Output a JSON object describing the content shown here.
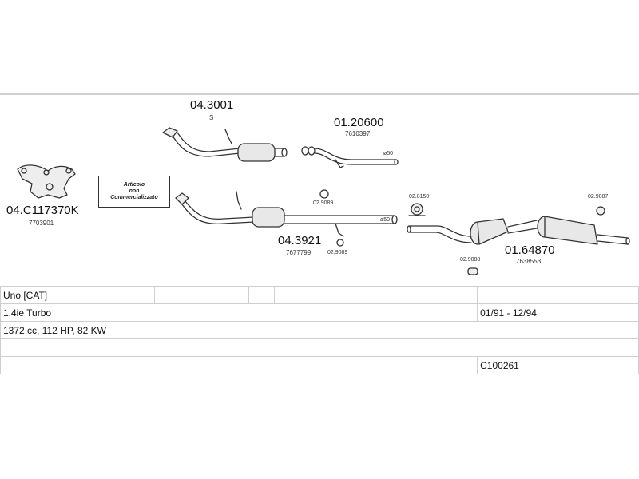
{
  "parts": {
    "manifold": {
      "code": "04.C117370K",
      "ref": "7703901"
    },
    "downpipe_cat_a": {
      "code": "04.3001",
      "suffix": "S"
    },
    "front_pipe": {
      "code": "01.20600",
      "ref": "7610397",
      "diameter": "ø50"
    },
    "downpipe_cat_b": {
      "code": "04.3921",
      "ref": "7677799",
      "diameter": "ø50"
    },
    "gasket_a": {
      "code": "02.9089"
    },
    "gasket_b": {
      "code": "02.9089"
    },
    "hanger_a": {
      "code": "02.8150"
    },
    "hanger_b": {
      "code": "02.9088"
    },
    "hanger_c": {
      "code": "02.9087"
    },
    "rear_silencer": {
      "code": "01.64870",
      "ref": "7638553"
    }
  },
  "notice": {
    "line1": "Articolo",
    "line2": "non",
    "line3": "Commercializzato"
  },
  "vehicle": {
    "model": "Uno  [CAT]",
    "engine": "1.4ie Turbo",
    "years": "01/91 - 12/94",
    "specs": "1372 cc, 112 HP, 82 KW",
    "catalog_code": "C100261"
  },
  "colors": {
    "line": "#333333",
    "grid": "#cfcfcf"
  }
}
